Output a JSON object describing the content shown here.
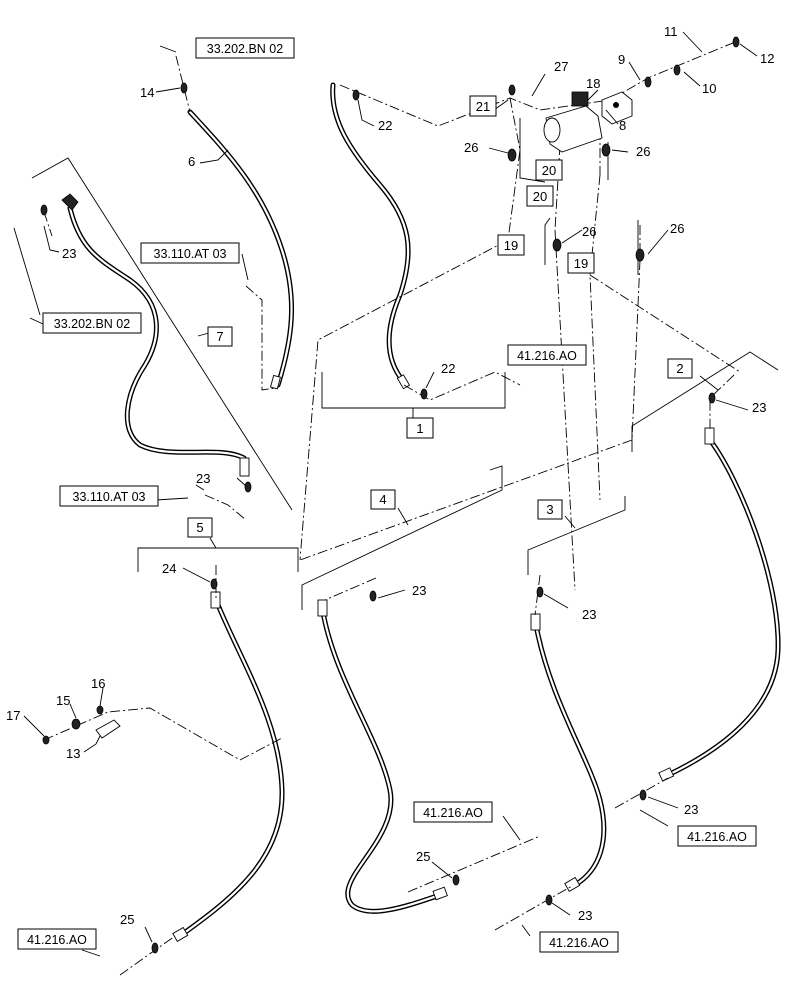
{
  "diagram": {
    "group_labels": [
      "1",
      "2",
      "3",
      "4",
      "5",
      "7"
    ],
    "part_numbers": [
      "6",
      "8",
      "9",
      "10",
      "11",
      "12",
      "13",
      "14",
      "15",
      "16",
      "17",
      "18",
      "21",
      "22",
      "23",
      "24",
      "25",
      "26",
      "27"
    ],
    "boxed_parts": [
      "19",
      "20"
    ],
    "references": {
      "r33202": "33.202.BN 02",
      "r33110": "33.110.AT 03",
      "r41216": "41.216.AO"
    }
  }
}
